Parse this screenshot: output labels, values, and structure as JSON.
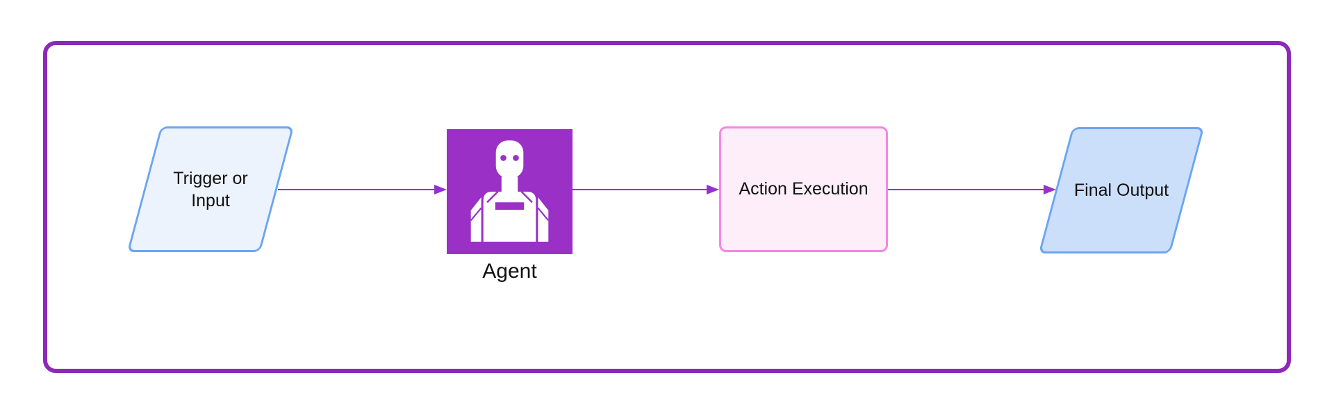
{
  "diagram": {
    "type": "flowchart",
    "direction": "left-to-right",
    "nodes": [
      {
        "id": "trigger",
        "label": "Trigger or Input",
        "shape": "parallelogram"
      },
      {
        "id": "agent",
        "label": "Agent",
        "shape": "image-square",
        "icon": "robot-icon"
      },
      {
        "id": "action",
        "label": "Action Execution",
        "shape": "rounded-rectangle"
      },
      {
        "id": "output",
        "label": "Final Output",
        "shape": "parallelogram"
      }
    ],
    "edges": [
      {
        "from": "trigger",
        "to": "agent"
      },
      {
        "from": "agent",
        "to": "action"
      },
      {
        "from": "action",
        "to": "output"
      }
    ]
  },
  "colors": {
    "outer-border": "#8e28b8",
    "node-purple": "#9a30c6",
    "arrow": "#9333cc",
    "blue-border": "#6ca5f2",
    "blue-fill-light": "#edf3fc",
    "blue-fill-medium": "#cbdffb",
    "pink-border": "#f387e1",
    "pink-fill": "#fdeef9",
    "text": "#111111"
  }
}
